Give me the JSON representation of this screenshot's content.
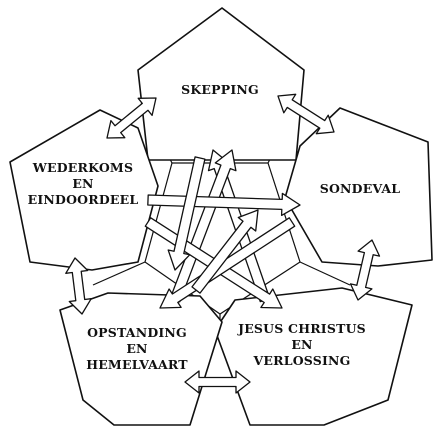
{
  "nodes": [
    {
      "id": "skepping",
      "lines": [
        "SKEPPING"
      ]
    },
    {
      "id": "sondeval",
      "lines": [
        "SONDEVAL"
      ]
    },
    {
      "id": "jesus",
      "lines": [
        "JESUS CHRISTUS",
        "EN",
        "VERLOSSING"
      ]
    },
    {
      "id": "opstanding",
      "lines": [
        "OPSTANDING",
        "EN",
        "HEMELVAART"
      ]
    },
    {
      "id": "wederkoms",
      "lines": [
        "WEDERKOMS",
        "EN",
        "EINDOORDEEL"
      ]
    }
  ],
  "colors": {
    "stroke": "#111111",
    "fill": "#ffffff"
  }
}
